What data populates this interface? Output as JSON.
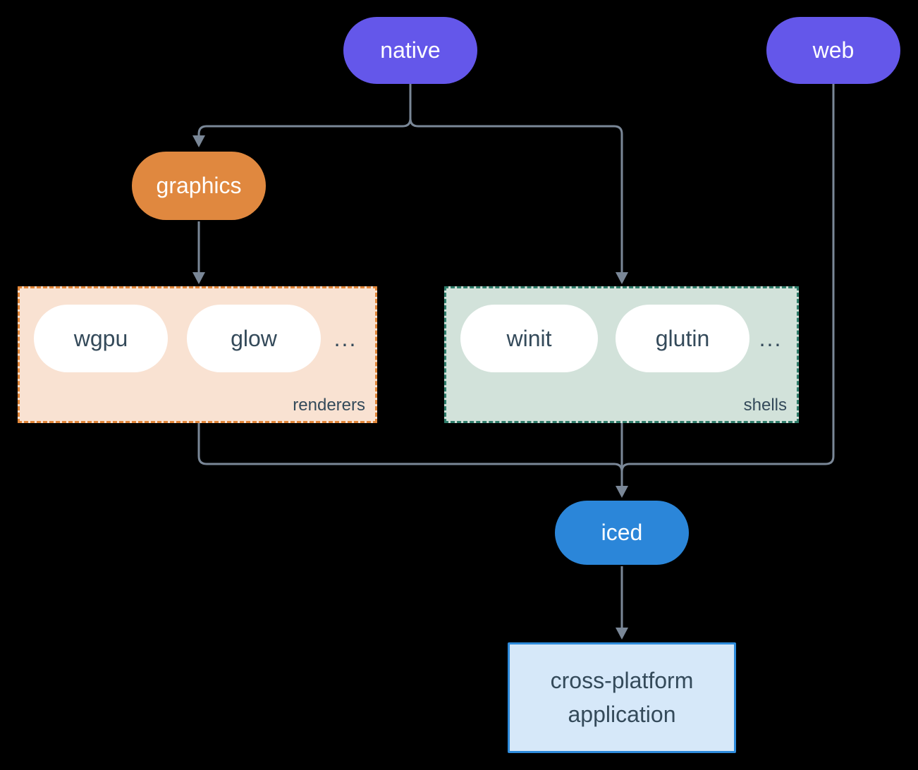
{
  "diagram": {
    "nodes": {
      "native": {
        "label": "native",
        "color": "#6457ea",
        "text_color": "#ffffff"
      },
      "web": {
        "label": "web",
        "color": "#6457ea",
        "text_color": "#ffffff"
      },
      "graphics": {
        "label": "graphics",
        "color": "#e0883f",
        "text_color": "#ffffff"
      },
      "iced": {
        "label": "iced",
        "color": "#2b86d9",
        "text_color": "#ffffff"
      },
      "application": {
        "label": "cross-platform application",
        "fill": "#d6e8f9",
        "border_color": "#2e8bdb",
        "text_color": "#344a5a"
      }
    },
    "groups": {
      "renderers": {
        "label": "renderers",
        "items": [
          "wgpu",
          "glow"
        ],
        "ellipsis": "...",
        "fill": "#f9e2d2",
        "border_color": "#e2873a",
        "border_style": "dashed"
      },
      "shells": {
        "label": "shells",
        "items": [
          "winit",
          "glutin"
        ],
        "ellipsis": "...",
        "fill": "#d2e2da",
        "border_color": "#2f7d6b",
        "border_style": "dashed"
      }
    },
    "edges": [
      {
        "from": "native",
        "to": "graphics"
      },
      {
        "from": "native",
        "to": "shells"
      },
      {
        "from": "graphics",
        "to": "renderers"
      },
      {
        "from": "renderers",
        "to": "iced"
      },
      {
        "from": "shells",
        "to": "iced"
      },
      {
        "from": "web",
        "to": "iced"
      },
      {
        "from": "iced",
        "to": "application"
      }
    ],
    "edge_color": "#7a8797",
    "item_text_color": "#344a5a",
    "background_color": "#000000"
  }
}
